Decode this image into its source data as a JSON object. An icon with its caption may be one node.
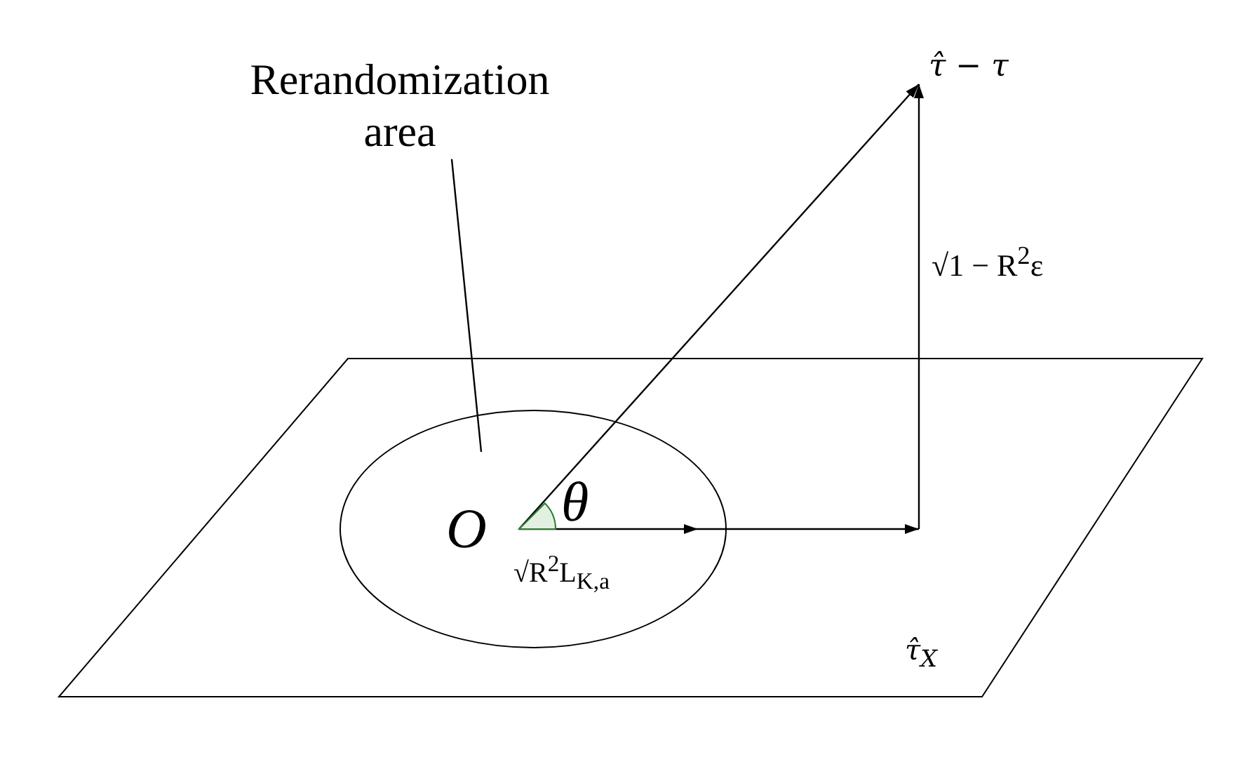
{
  "diagram": {
    "nodes": [
      {
        "text": [
          "τ̂$_{X}$"
        ]
      },
      {
        "text": [],
        "shape": "ellipse",
        "in": 0
      },
      {
        "text": [
          "Rerandomization area"
        ]
      },
      {
        "text": [
          "O"
        ],
        "in": 1
      },
      {
        "text": [
          "τ̂ − τ"
        ]
      }
    ],
    "edges": [
      {
        "from": 2,
        "to": 1,
        "arrow": "none"
      },
      {
        "from": 3,
        "to": 4,
        "arrow": "to"
      },
      {
        "from": 3,
        "to": null,
        "arrow": "to",
        "label": "√R$^{2}$L$_{K,a}$"
      },
      {
        "from": null,
        "to": 4,
        "arrow": "to",
        "label": "√1 − R$^{2}$ε"
      }
    ],
    "labels": [
      "θ"
    ]
  }
}
